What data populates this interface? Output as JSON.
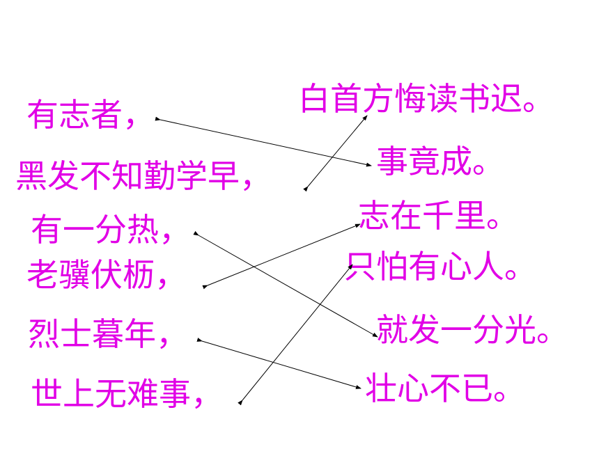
{
  "colors": {
    "text": "#e100e6",
    "line": "#000000",
    "background": "#ffffff"
  },
  "left_phrases": [
    "有志者，",
    "黑发不知勤学早，",
    "有一分热，",
    "老骥伏枥，",
    "烈士暮年，",
    "世上无难事，"
  ],
  "right_phrases": [
    "白首方悔读书迟。",
    "事竟成。",
    "志在千里。",
    "只怕有心人。",
    "就发一分光。",
    "壮心不已。"
  ],
  "matches": [
    {
      "left": "有志者，",
      "right": "事竟成。"
    },
    {
      "left": "黑发不知勤学早，",
      "right": "白首方悔读书迟。"
    },
    {
      "left": "有一分热，",
      "right": "就发一分光。"
    },
    {
      "left": "老骥伏枥，",
      "right": "志在千里。"
    },
    {
      "left": "烈士暮年，",
      "right": "壮心不已。"
    },
    {
      "left": "世上无难事，",
      "right": "只怕有心人。"
    }
  ]
}
